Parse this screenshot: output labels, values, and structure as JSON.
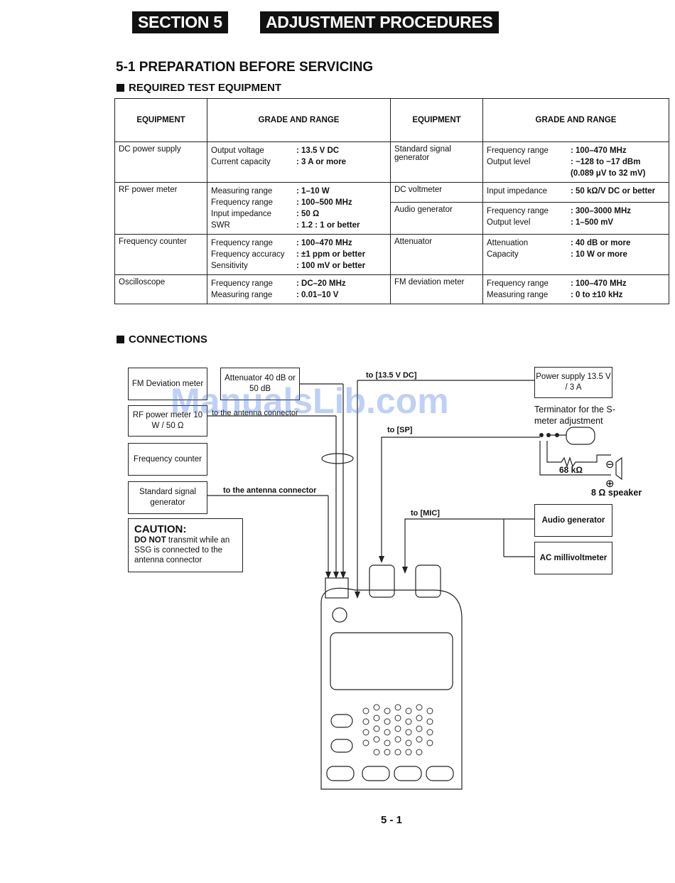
{
  "header": {
    "section": "SECTION 5",
    "title": "ADJUSTMENT PROCEDURES"
  },
  "prep_title": "5-1 PREPARATION BEFORE SERVICING",
  "equip_title": "REQUIRED TEST EQUIPMENT",
  "table": {
    "headers": [
      "EQUIPMENT",
      "GRADE AND RANGE",
      "EQUIPMENT",
      "GRADE AND RANGE"
    ],
    "left": [
      {
        "name": "DC power supply",
        "specs": [
          [
            "Output voltage",
            ": 13.5 V DC"
          ],
          [
            "Current capacity",
            ": 3 A or more"
          ]
        ]
      },
      {
        "name": "RF power meter",
        "specs": [
          [
            "Measuring range",
            ": 1–10 W"
          ],
          [
            "Frequency range",
            ": 100–500 MHz"
          ],
          [
            "Input impedance",
            ": 50 Ω"
          ],
          [
            "SWR",
            ": 1.2 : 1 or better"
          ]
        ]
      },
      {
        "name": "Frequency counter",
        "specs": [
          [
            "Frequency range",
            ": 100–470 MHz"
          ],
          [
            "Frequency accuracy",
            ": ±1 ppm or better"
          ],
          [
            "Sensitivity",
            ": 100 mV or better"
          ]
        ]
      },
      {
        "name": "Oscilloscope",
        "specs": [
          [
            "Frequency range",
            ": DC–20 MHz"
          ],
          [
            "Measuring range",
            ": 0.01–10 V"
          ]
        ]
      }
    ],
    "right": [
      {
        "name": "Standard signal generator",
        "specs": [
          [
            "Frequency range",
            ": 100–470 MHz"
          ],
          [
            "Output level",
            ": −128 to −17 dBm"
          ],
          [
            "",
            "(0.089 μV to 32 mV)"
          ]
        ]
      },
      {
        "name": "DC voltmeter",
        "specs": [
          [
            "Input impedance",
            ": 50 kΩ/V DC or better"
          ]
        ]
      },
      {
        "name": "Audio generator",
        "specs": [
          [
            "Frequency range",
            ": 300–3000 MHz"
          ],
          [
            "Output level",
            ": 1–500 mV"
          ]
        ]
      },
      {
        "name": "Attenuator",
        "specs": [
          [
            "Attenuation",
            ": 40 dB or more"
          ],
          [
            "Capacity",
            ": 10 W or more"
          ]
        ]
      },
      {
        "name": "FM deviation meter",
        "specs": [
          [
            "Frequency range",
            ": 100–470 MHz"
          ],
          [
            "Measuring range",
            ": 0 to ±10 kHz"
          ]
        ]
      }
    ]
  },
  "connections_title": "CONNECTIONS",
  "diagram": {
    "fm_dev": "FM Deviation meter",
    "attenuator": "Attenuator 40 dB or 50 dB",
    "rf_meter": "RF power meter 10 W / 50 Ω",
    "freq_counter": "Frequency counter",
    "ssg": "Standard signal generator",
    "to_antenna_1": "to the antenna connector",
    "to_antenna_2": "to the antenna connector",
    "to_dc": "to [13.5 V DC]",
    "to_sp": "to [SP]",
    "to_mic": "to [MIC]",
    "power_supply": "Power supply 13.5 V / 3 A",
    "terminator": "Terminator for the S-meter adjustment",
    "resistor": "68 kΩ",
    "speaker": "8 Ω speaker",
    "audio_gen": "Audio generator",
    "ac_mv": "AC millivoltmeter",
    "caution_title": "CAUTION:",
    "caution_bold": "DO NOT",
    "caution_text": " transmit while an SSG is connected to the antenna connector"
  },
  "page_number": "5 - 1",
  "watermark": "ManualsLib.com"
}
